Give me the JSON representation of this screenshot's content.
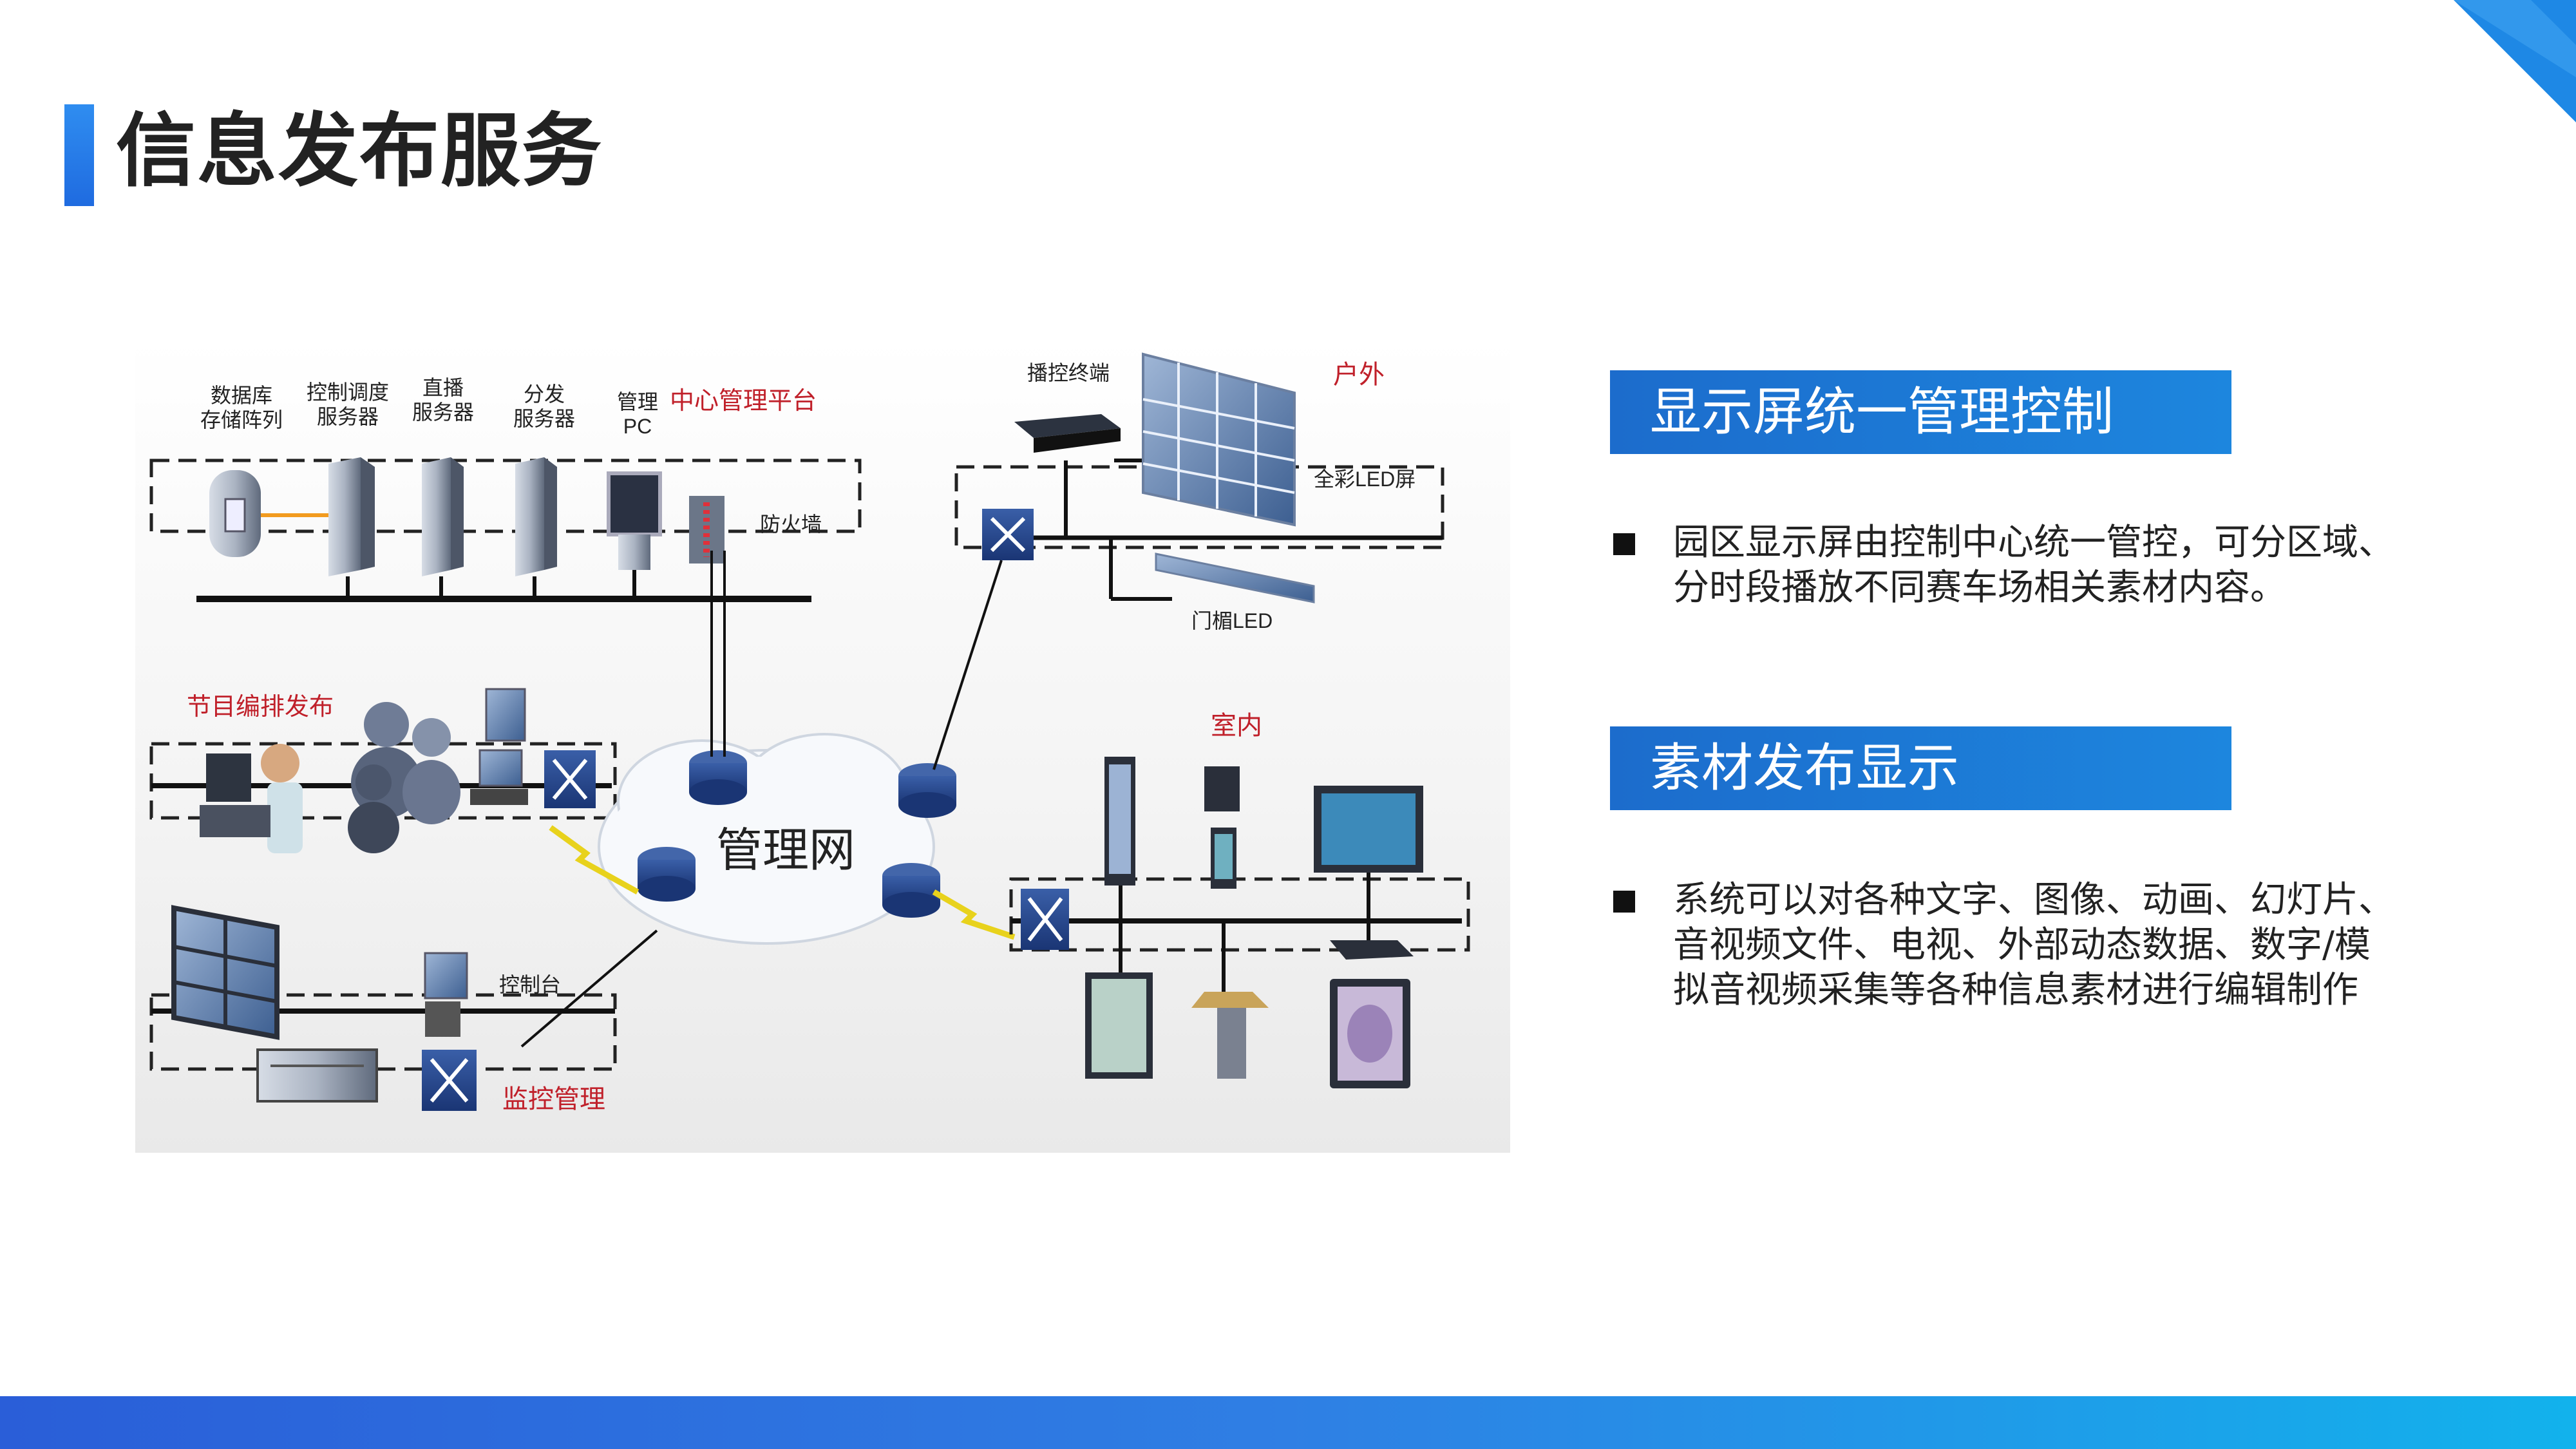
{
  "page": {
    "title": "信息发布服务"
  },
  "diagram": {
    "center_platform": "中心管理平台",
    "db_storage": "数据库\n存储阵列",
    "control_server": "控制调度\n服务器",
    "live_server": "直播\n服务器",
    "dist_server": "分发\n服务器",
    "admin_pc": "管理\nPC",
    "firewall": "防火墙",
    "program_publish": "节目编排发布",
    "management_network": "管理网",
    "monitor_management": "监控管理",
    "console": "控制台",
    "playback_terminal": "播控终端",
    "outdoor": "户外",
    "full_color_led": "全彩LED屏",
    "door_led": "门楣LED",
    "indoor": "室内"
  },
  "sections": [
    {
      "heading": "显示屏统一管理控制",
      "text": "园区显示屏由控制中心统一管控，可分区域、分时段播放不同赛车场相关素材内容。"
    },
    {
      "heading": "素材发布显示",
      "text": "系统可以对各种文字、图像、动画、幻灯片、音视频文件、电视、外部动态数据、数字/模拟音视频采集等各种信息素材进行编辑制作"
    }
  ],
  "colors": {
    "accent": "#1f73d6",
    "label_red": "#c0202a",
    "footer_start": "#2a5ed8",
    "footer_end": "#12b2ec"
  }
}
